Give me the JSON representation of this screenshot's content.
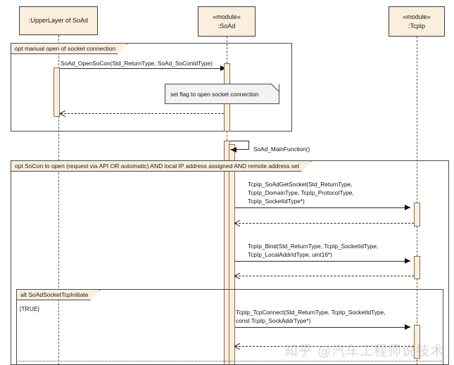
{
  "diagram": {
    "type": "uml-sequence-diagram",
    "watermark": "知乎 @汽车工程师说技术"
  },
  "lifelines": [
    {
      "id": "upperlayer",
      "stereotype": "",
      "name": ":UpperLayer of SoAd"
    },
    {
      "id": "soad",
      "stereotype": "«module»",
      "name": ":SoAd"
    },
    {
      "id": "tcpip",
      "stereotype": "«module»",
      "name": ":TcpIp"
    }
  ],
  "fragments": [
    {
      "id": "opt1",
      "operator": "opt",
      "label": "opt manual open of socket connection"
    },
    {
      "id": "opt2",
      "operator": "opt",
      "label": "opt SoCon to open (request via API OR automatic) AND local IP address assigned AND remote address set"
    },
    {
      "id": "alt1",
      "operator": "alt",
      "label": "alt SoAdSocketTcpInitiate",
      "guard": "[TRUE]"
    }
  ],
  "messages": [
    {
      "id": "m1",
      "kind": "call",
      "from": "upperlayer",
      "to": "soad",
      "label_lines": [
        "SoAd_OpenSoCon(Std_ReturnType, SoAd_SoConIdType)"
      ]
    },
    {
      "id": "m2",
      "kind": "return",
      "from": "soad",
      "to": "upperlayer",
      "label_lines": []
    },
    {
      "id": "m3",
      "kind": "self-call",
      "from": "soad",
      "to": "soad",
      "label_lines": [
        "SoAd_MainFunction()"
      ]
    },
    {
      "id": "m4",
      "kind": "call",
      "from": "soad",
      "to": "tcpip",
      "label_lines": [
        "TcpIp_SoAdGetSocket(Std_ReturnType,",
        "TcpIp_DomainType, TcpIp_ProtocolType,",
        "TcpIp_SocketIdType*)"
      ]
    },
    {
      "id": "m5",
      "kind": "return",
      "from": "tcpip",
      "to": "soad",
      "label_lines": []
    },
    {
      "id": "m6",
      "kind": "call",
      "from": "soad",
      "to": "tcpip",
      "label_lines": [
        "TcpIp_Bind(Std_ReturnType, TcpIp_SocketIdType,",
        "TcpIp_LocalAddrIdType, uint16*)"
      ]
    },
    {
      "id": "m7",
      "kind": "return",
      "from": "tcpip",
      "to": "soad",
      "label_lines": []
    },
    {
      "id": "m8",
      "kind": "call",
      "from": "soad",
      "to": "tcpip",
      "label_lines": [
        "TcpIp_TcpConnect(Std_ReturnType, TcpIp_SocketIdType,",
        "const TcpIp_SockAddrType*)"
      ]
    },
    {
      "id": "m9",
      "kind": "return",
      "from": "tcpip",
      "to": "soad",
      "label_lines": []
    }
  ],
  "notes": [
    {
      "id": "note1",
      "text": "set flag to open socket connection"
    }
  ],
  "colors": {
    "header_fill": "#faeedd",
    "activation_fill": "#faeedd",
    "activation_border": "#8a6a4a",
    "note_fill": "#f2f2f2",
    "line": "#2b2b2b"
  }
}
